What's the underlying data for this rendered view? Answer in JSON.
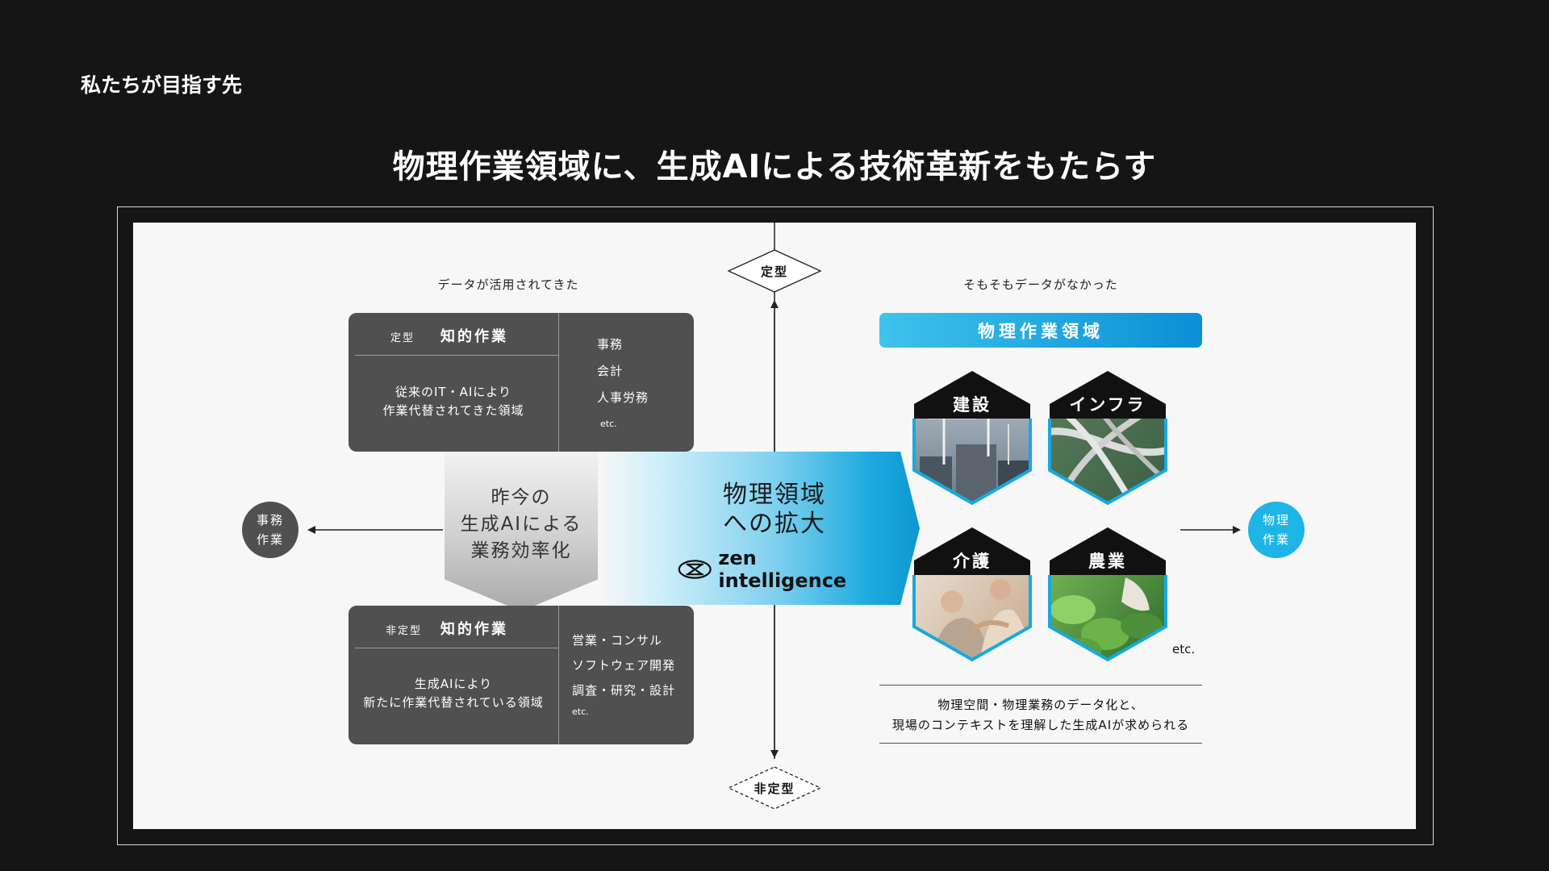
{
  "page": {
    "section_label": "私たちが目指す先",
    "headline": "物理作業領域に、生成AIによる技術革新をもたらす"
  },
  "axis": {
    "top_label": "定型",
    "bottom_label": "非定型",
    "left_label_line1": "事務",
    "left_label_line2": "作業",
    "right_label_line1": "物理",
    "right_label_line2": "作業"
  },
  "left": {
    "caption": "データが活用されてきた",
    "top_box": {
      "tag": "定型",
      "title": "知的作業",
      "desc_line1": "従来のIT・AIにより",
      "desc_line2": "作業代替されてきた領域",
      "items": [
        "事務",
        "会計",
        "人事労務"
      ],
      "etc": "etc."
    },
    "bottom_box": {
      "tag": "非定型",
      "title": "知的作業",
      "desc_line1": "生成AIにより",
      "desc_line2": "新たに作業代替されている領域",
      "items": [
        "営業・コンサル",
        "ソフトウェア開発",
        "調査・研究・設計"
      ],
      "etc": "etc."
    },
    "gray_arrow": {
      "line1": "昨今の",
      "line2": "生成AIによる",
      "line3": "業務効率化"
    }
  },
  "center": {
    "line1": "物理領域",
    "line2": "への拡大",
    "logo_text": "zen intelligence"
  },
  "right": {
    "caption": "そもそもデータがなかった",
    "pill": "物理作業領域",
    "hexes": [
      {
        "label": "建設",
        "icon": "construction-crane-photo"
      },
      {
        "label": "インフラ",
        "icon": "highway-interchange-photo"
      },
      {
        "label": "介護",
        "icon": "caregiving-photo"
      },
      {
        "label": "農業",
        "icon": "agriculture-photo"
      }
    ],
    "etc": "etc.",
    "bottom_line1": "物理空間・物理業務のデータ化と、",
    "bottom_line2": "現場のコンテキストを理解した生成AIが求められる"
  },
  "colors": {
    "background": "#151515",
    "canvas": "#f7f7f7",
    "dark_box": "#505050",
    "accent_blue": "#1aaadf"
  }
}
